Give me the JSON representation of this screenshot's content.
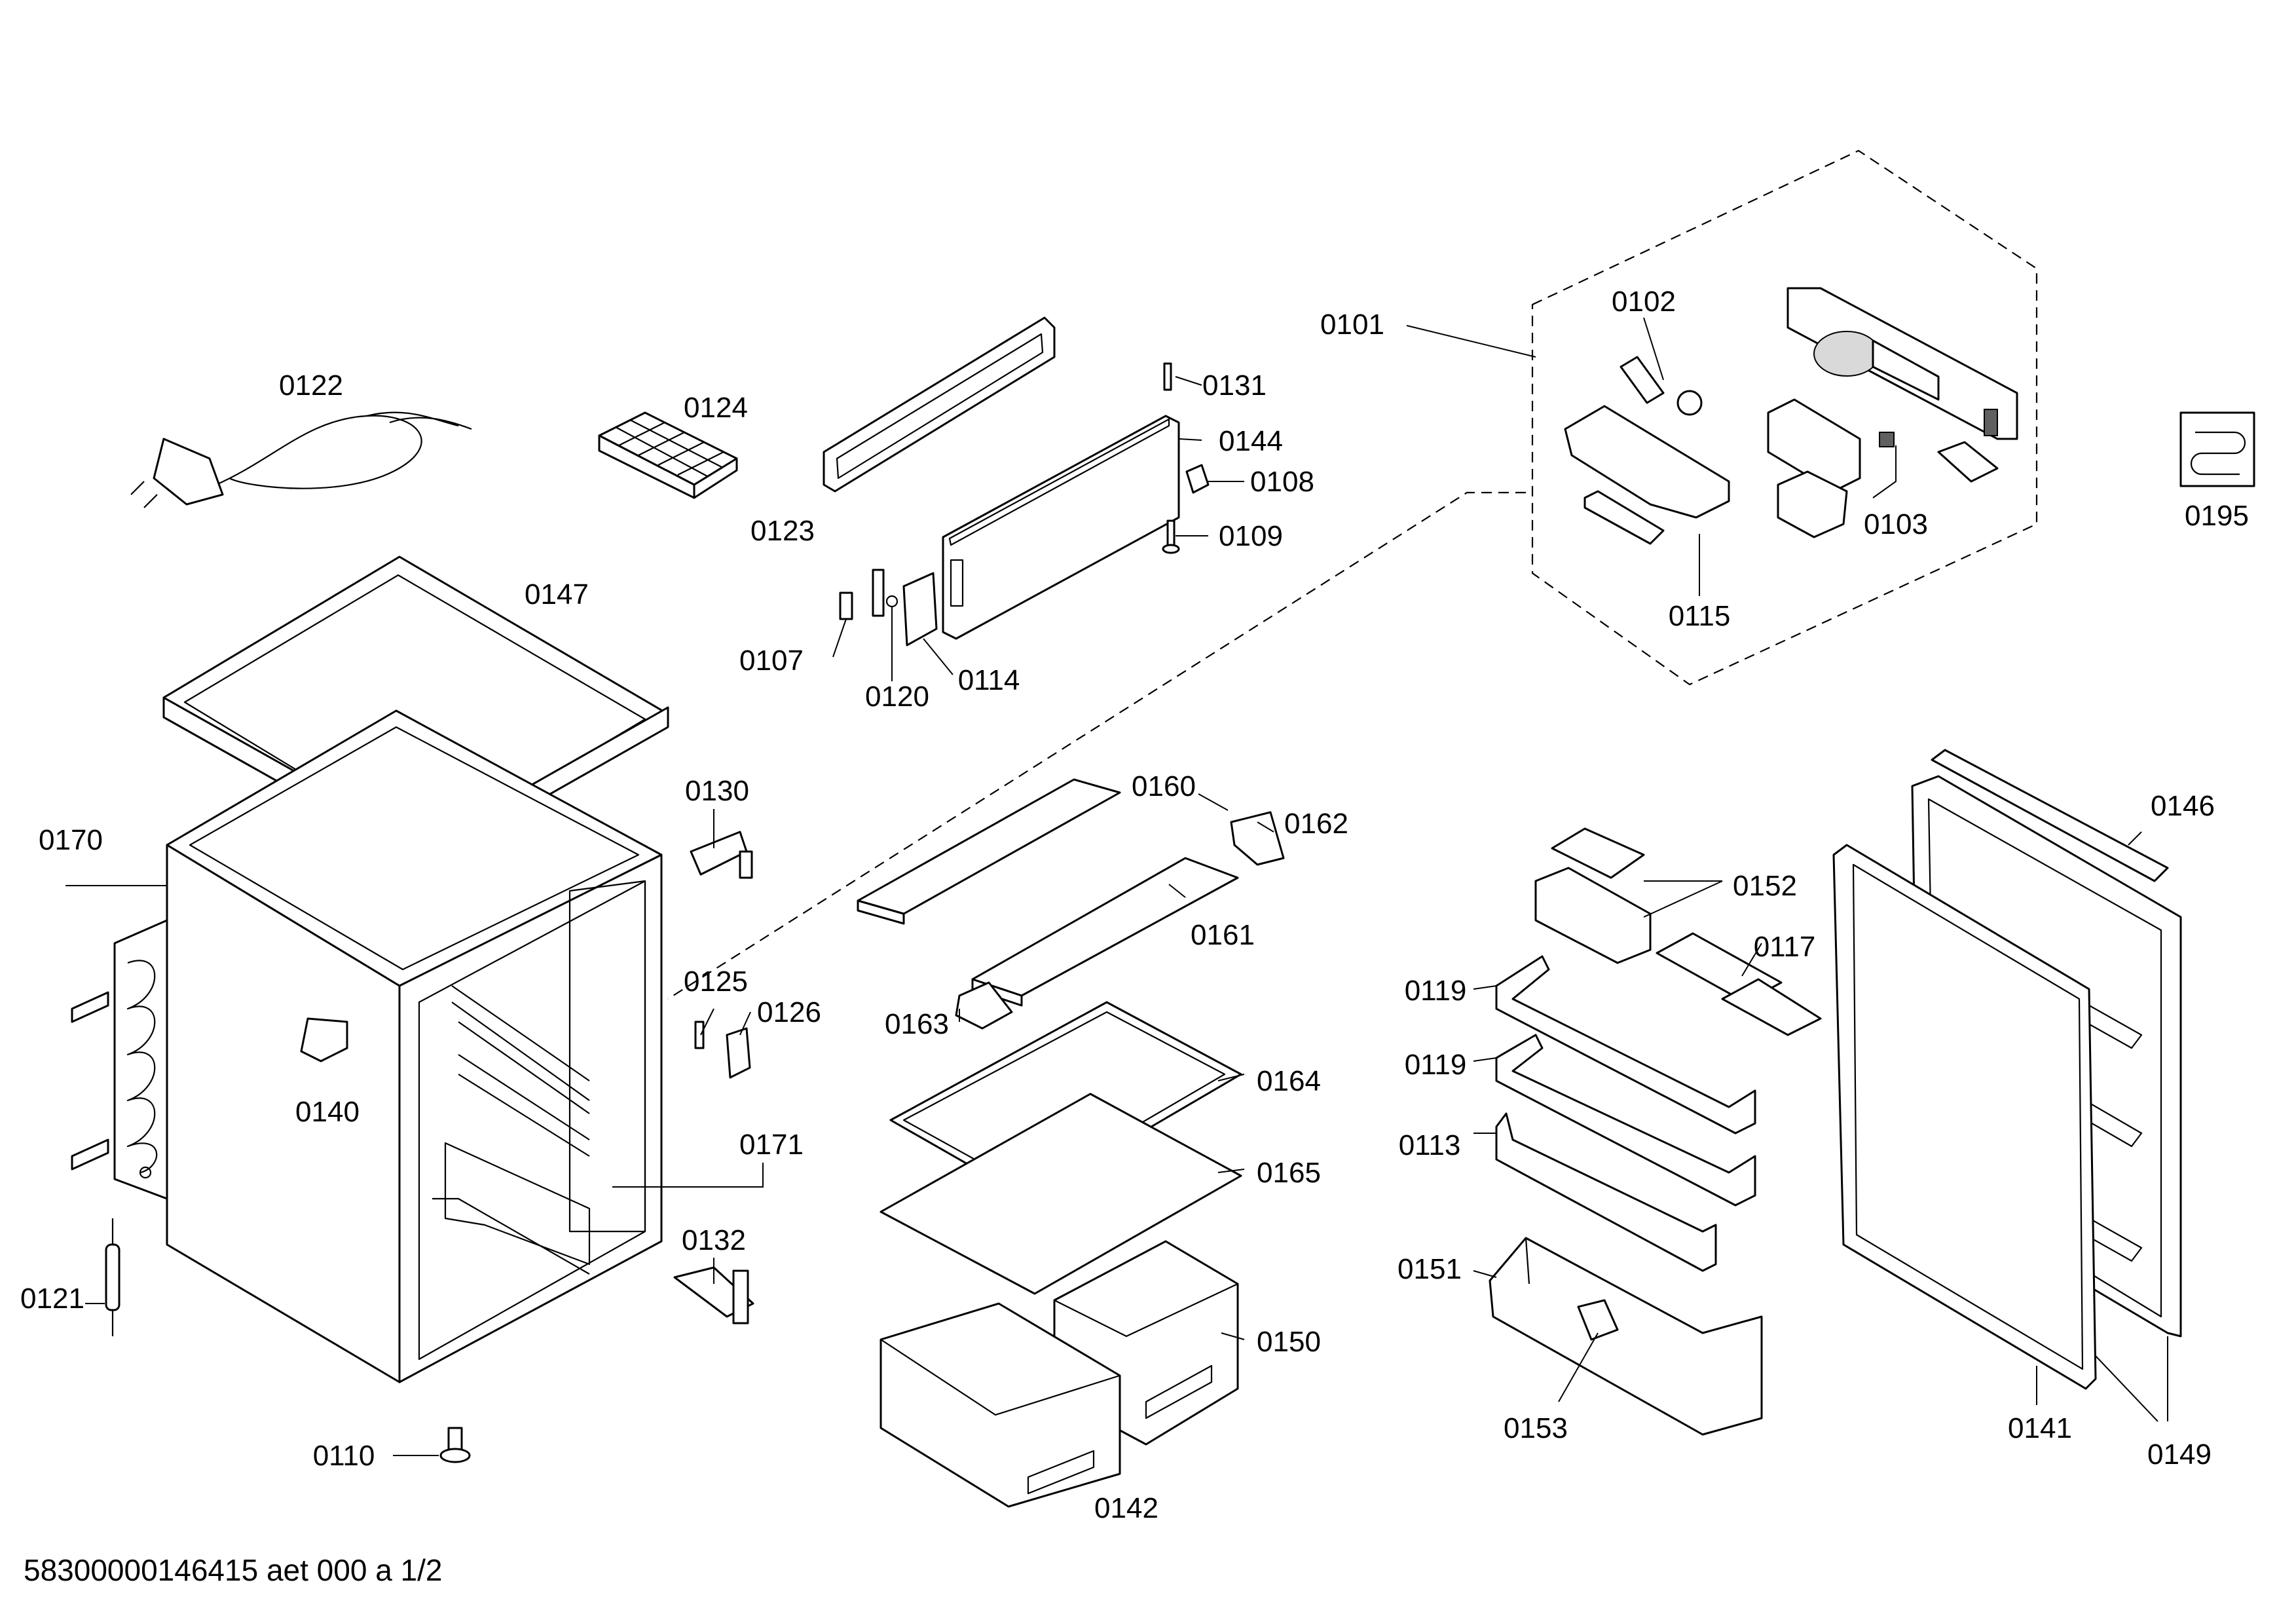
{
  "diagram": {
    "labels": {
      "p0101": "0101",
      "p0102": "0102",
      "p0103": "0103",
      "p0107": "0107",
      "p0108": "0108",
      "p0109": "0109",
      "p0110": "0110",
      "p0113": "0113",
      "p0114": "0114",
      "p0115": "0115",
      "p0117": "0117",
      "p0119a": "0119",
      "p0119b": "0119",
      "p0120": "0120",
      "p0121": "0121",
      "p0122": "0122",
      "p0123": "0123",
      "p0124": "0124",
      "p0125": "0125",
      "p0126": "0126",
      "p0130": "0130",
      "p0131": "0131",
      "p0132": "0132",
      "p0140": "0140",
      "p0141": "0141",
      "p0142": "0142",
      "p0144": "0144",
      "p0146": "0146",
      "p0147": "0147",
      "p0149": "0149",
      "p0150": "0150",
      "p0151": "0151",
      "p0152": "0152",
      "p0153": "0153",
      "p0160": "0160",
      "p0161": "0161",
      "p0162": "0162",
      "p0163": "0163",
      "p0164": "0164",
      "p0165": "0165",
      "p0170": "0170",
      "p0171": "0171",
      "p0195": "0195"
    }
  },
  "footer": {
    "reference": "58300000146415 aet 000 a 1/2"
  }
}
